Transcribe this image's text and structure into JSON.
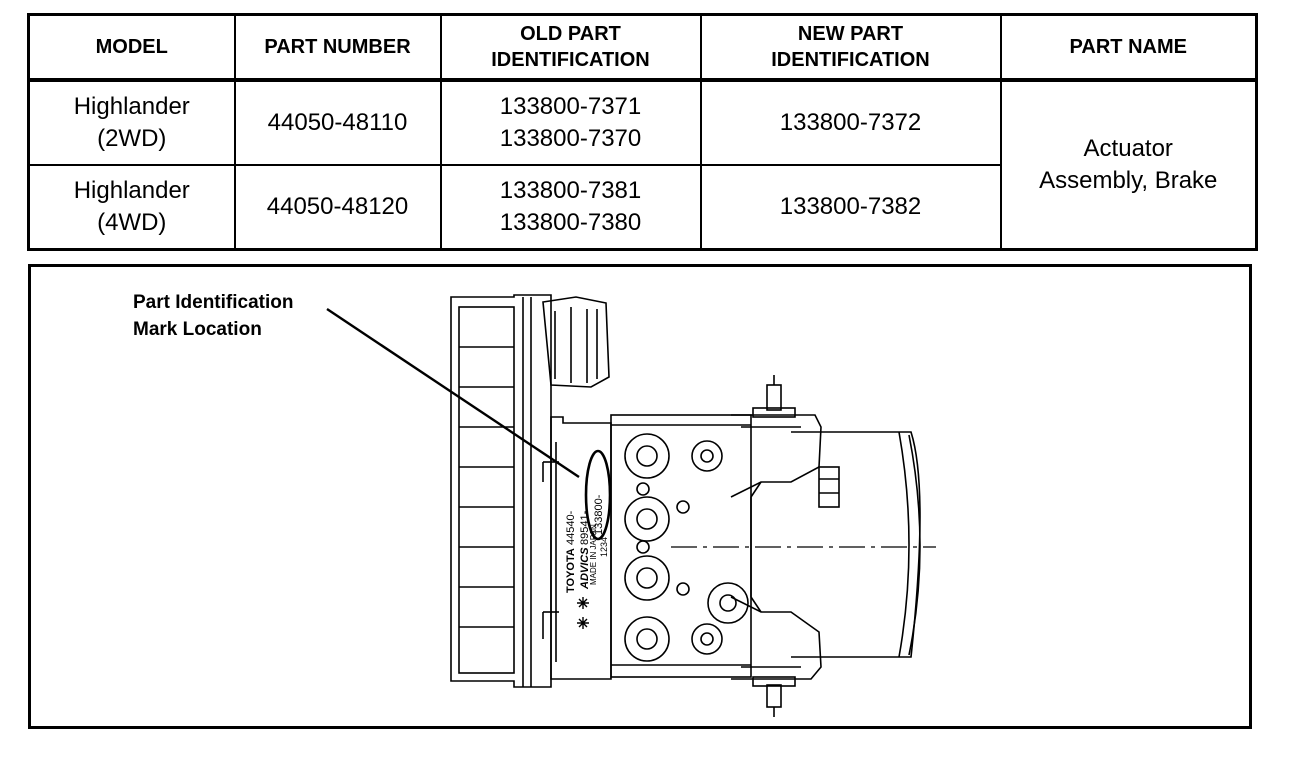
{
  "table": {
    "headers": {
      "model": "MODEL",
      "part_number": "PART NUMBER",
      "old_id_line1": "OLD PART",
      "old_id_line2": "IDENTIFICATION",
      "new_id_line1": "NEW PART",
      "new_id_line2": "IDENTIFICATION",
      "part_name": "PART NAME"
    },
    "rows": [
      {
        "model_line1": "Highlander",
        "model_line2": "(2WD)",
        "part_number": "44050-48110",
        "old_id_1": "133800-7371",
        "old_id_2": "133800-7370",
        "new_id": "133800-7372"
      },
      {
        "model_line1": "Highlander",
        "model_line2": "(4WD)",
        "part_number": "44050-48120",
        "old_id_1": "133800-7381",
        "old_id_2": "133800-7380",
        "new_id": "133800-7382"
      }
    ],
    "part_name_line1": "Actuator",
    "part_name_line2": "Assembly, Brake"
  },
  "diagram": {
    "callout_line1": "Part Identification",
    "callout_line2": "Mark Location",
    "label_brand": "TOYOTA",
    "label_part": "44540-",
    "label_code": "89541-",
    "label_id": "133800-",
    "label_advics": "ADVICS",
    "label_made": "MADE IN JAPAN",
    "label_lot": "1234"
  }
}
